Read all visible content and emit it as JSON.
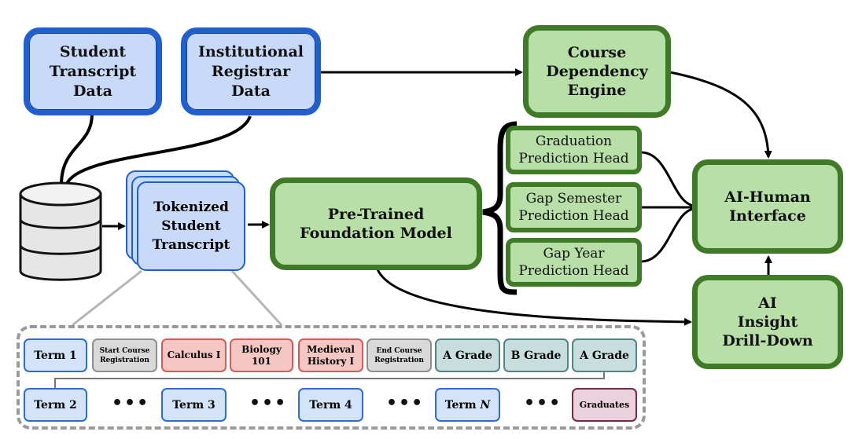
{
  "nodes": {
    "student_transcript_data": "Student\nTranscript\nData",
    "institutional_registrar_data": "Institutional\nRegistrar\nData",
    "course_dependency_engine": "Course\nDependency\nEngine",
    "tokenized_student_transcript": "Tokenized\nStudent\nTranscript",
    "pretrained_foundation_model": "Pre-Trained\nFoundation Model",
    "graduation_prediction_head": "Graduation\nPrediction Head",
    "gap_semester_prediction_head": "Gap Semester\nPrediction Head",
    "gap_year_prediction_head": "Gap Year\nPrediction Head",
    "ai_human_interface": "AI-Human\nInterface",
    "ai_insight_drill_down": "AI\nInsight\nDrill-Down"
  },
  "sequence": {
    "row1": [
      "Term 1",
      "Start Course\nRegistration",
      "Calculus I",
      "Biology\n101",
      "Medieval\nHistory I",
      "End Course\nRegistration",
      "A Grade",
      "B Grade",
      "A Grade"
    ],
    "row2": {
      "term2": "Term 2",
      "term3": "Term 3",
      "term4": "Term 4",
      "termN_prefix": "Term ",
      "termN_var": "N",
      "graduates": "Graduates",
      "ellipsis": "•••"
    }
  },
  "colors": {
    "blue_border": "#1f5fcf",
    "blue_fill": "#c9daf8",
    "green_border": "#3f7b27",
    "green_fill": "#b7dfa7",
    "registration_fill": "#d9d9d9",
    "course_fill": "#f4c7c3",
    "grade_fill": "#c8dede",
    "graduates_fill": "#ead1dc"
  }
}
